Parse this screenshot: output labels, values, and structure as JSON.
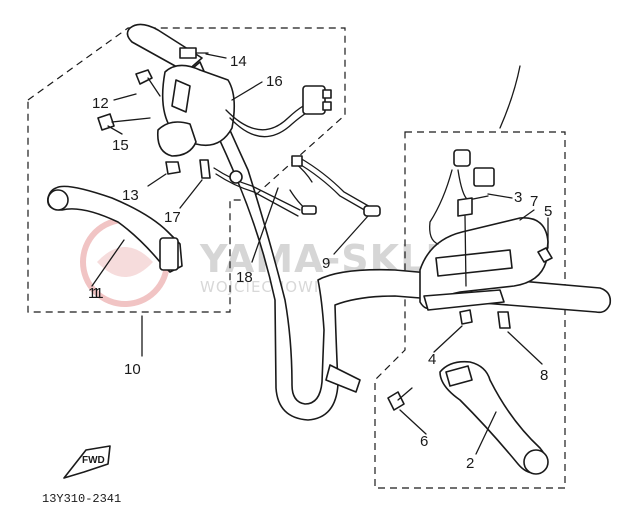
{
  "diagram": {
    "drawing_code": "13Y310-2341",
    "fwd_label": "FWD",
    "watermark": {
      "main": "YAMA-SKLEP.PL",
      "sub": "WOJCIECHOWICE | HIRO-MECHANIKA"
    },
    "callouts": [
      "1",
      "2",
      "3",
      "4",
      "5",
      "6",
      "7",
      "8",
      "9",
      "10",
      "11",
      "12",
      "13",
      "14",
      "15",
      "16",
      "17",
      "18"
    ]
  }
}
